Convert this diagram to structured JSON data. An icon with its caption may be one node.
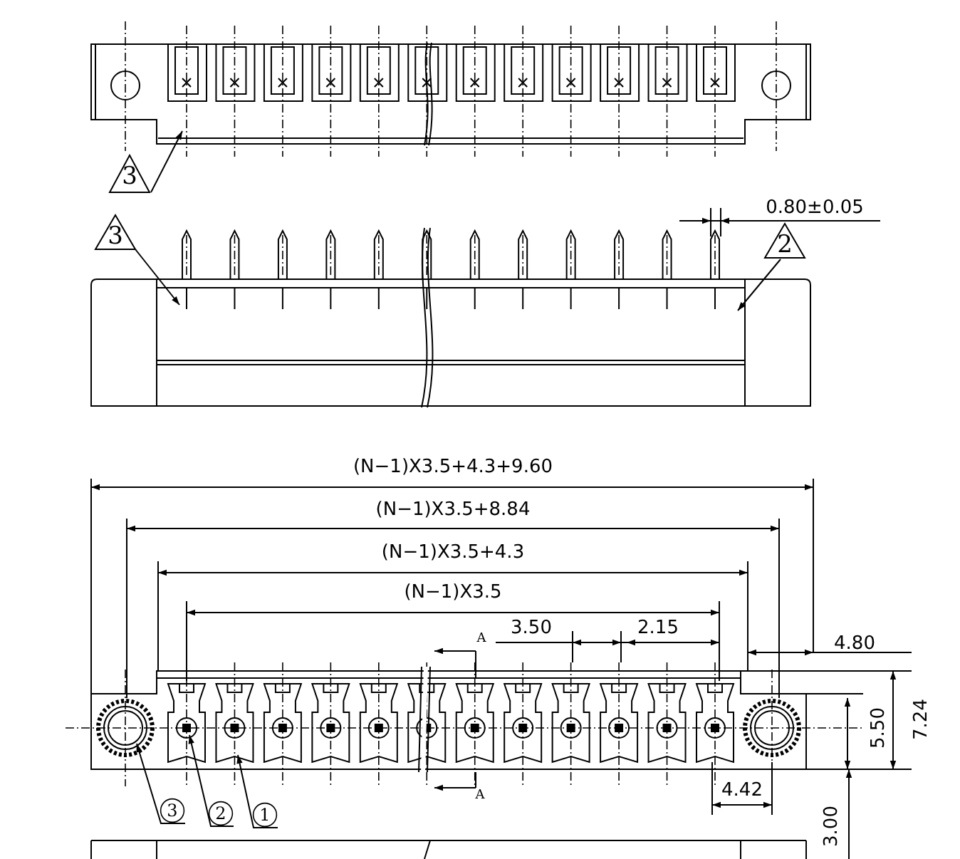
{
  "diagram": {
    "nodes": [
      {
        "text": [
          "3"
        ]
      },
      {
        "text": [
          "3"
        ]
      },
      {
        "text": [
          "2"
        ]
      },
      {
        "text": [
          "3"
        ]
      },
      {
        "text": [
          "2"
        ]
      },
      {
        "text": [
          "1"
        ]
      }
    ],
    "edges": [
      {
        "from": 0,
        "to": null,
        "arrow": "to"
      },
      {
        "from": 1,
        "to": null,
        "arrow": "to"
      },
      {
        "from": 2,
        "to": null,
        "arrow": "to"
      },
      {
        "from": 3,
        "to": null,
        "arrow": "to"
      },
      {
        "from": 4,
        "to": null,
        "arrow": "to"
      },
      {
        "from": 5,
        "to": null,
        "arrow": "to"
      }
    ],
    "labels": [
      "0.80±0.05",
      "(N−1)X3.5+4.3+9.60",
      "(N−1)X3.5+8.84",
      "(N−1)X3.5+4.3",
      "(N−1)X3.5",
      "A",
      "3.50",
      "2.15",
      "4.80",
      "5.50",
      "7.24",
      "A",
      "4.42",
      "3.00"
    ]
  }
}
